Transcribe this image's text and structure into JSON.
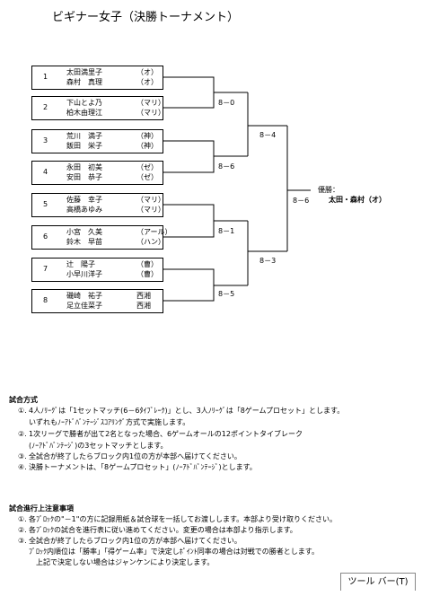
{
  "title": "ビギナー女子（決勝トーナメント）",
  "bracket": {
    "pairs": [
      {
        "seed": "1",
        "p1": "太田満里子",
        "c1": "（オ）",
        "p2": "森村　真理",
        "c2": "（オ）"
      },
      {
        "seed": "2",
        "p1": "下山とよ乃",
        "c1": "（マリ）",
        "p2": "柏木由理江",
        "c2": "（マリ）"
      },
      {
        "seed": "3",
        "p1": "荒川　満子",
        "c1": "（神）",
        "p2": "飯田　栄子",
        "c2": "（神）"
      },
      {
        "seed": "4",
        "p1": "永田　初美",
        "c1": "（ゼ）",
        "p2": "安田　恭子",
        "c2": "（ゼ）"
      },
      {
        "seed": "5",
        "p1": "佐藤　幸子",
        "c1": "（マリ）",
        "p2": "高橋あゆみ",
        "c2": "（マリ）"
      },
      {
        "seed": "6",
        "p1": "小宮　久美",
        "c1": "（アール）",
        "p2": "鈴木　早苗",
        "c2": "（ハン）"
      },
      {
        "seed": "7",
        "p1": "辻　陽子",
        "c1": "（曹）",
        "p2": "小早川洋子",
        "c2": "（曹）"
      },
      {
        "seed": "8",
        "p1": "磯崎　祐子",
        "c1": "西湘",
        "p2": "足立佳菜子",
        "c2": "西湘"
      }
    ],
    "scores": {
      "r1_m1": "8－0",
      "r1_m2": "8－6",
      "r1_m3": "8－1",
      "r1_m4": "8－5",
      "r2_m1": "8－4",
      "r2_m2": "8－3",
      "final": "8－6"
    },
    "winner_label": "優勝：",
    "winner_name": "太田・森村（オ）"
  },
  "match_format": {
    "heading": "試合方式",
    "items": [
      {
        "mark": "①.",
        "text": "4人ﾉﾘｰｸﾞは「1セットマッチ(6－6ﾀｲﾌﾞﾚｰｸ)」とし、3人ﾉﾘｰｸﾞは「8ゲームプロセット」とします。"
      },
      {
        "mark": "",
        "text": "いずれもﾉｰｱﾄﾞﾊﾞﾝﾃｰｼﾞｽｺｱﾘﾝｸﾞ方式で実施します。"
      },
      {
        "mark": "②.",
        "text": "1次リーグで勝者が出て2名となった場合、6ゲームオールの12ポイントタイブレーク"
      },
      {
        "mark": "",
        "text": "(ﾉｰｱﾄﾞﾊﾞﾝﾃｰｼﾞ)の3セットマッチとします。"
      },
      {
        "mark": "③.",
        "text": "全試合が終了したらブロック内1位の方が本部へ届けてください。"
      },
      {
        "mark": "④.",
        "text": "決勝トーナメントは、「8ゲームプロセット」(ﾉｰｱﾄﾞﾊﾞﾝﾃｰｼﾞ)とします。"
      }
    ]
  },
  "notes": {
    "heading": "試合進行上注意事項",
    "items": [
      {
        "mark": "①.",
        "text": "各ﾌﾞﾛｯｸの\"－1\"の方に記録用紙＆試合球を一括してお渡しします。本部より受け取りください。"
      },
      {
        "mark": "②.",
        "text": "各ﾌﾞﾛｯｸの試合を進行表に従い進めてください。変更の場合は本部より指示します。"
      },
      {
        "mark": "③.",
        "text": "全試合が終了したらブロック内1位の方が本部へ届けてください。"
      },
      {
        "mark": "",
        "text": "ﾌﾞﾛｯｸ内順位は「勝率」「得ゲーム率」で決定しﾎﾟｲﾝﾄ同率の場合は対戦での勝者とします。"
      },
      {
        "mark": "",
        "text": "上記で決定しない場合はジャンケンにより決定します。"
      }
    ]
  },
  "toolbar_label": "ツール バー(T)"
}
